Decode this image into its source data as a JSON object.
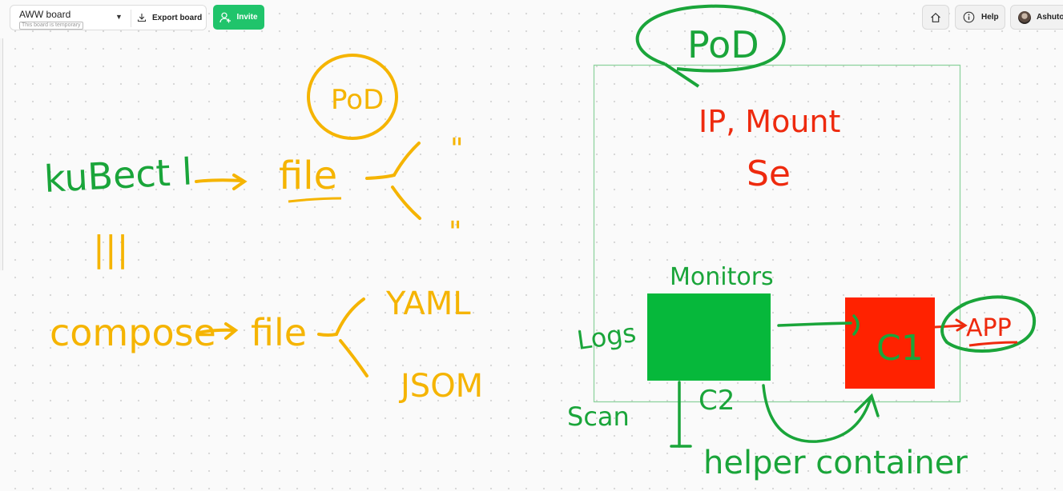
{
  "app": {
    "board_name": "AWW board",
    "board_note": "This board is temporary",
    "export_label": "Export board",
    "invite_label": "Invite",
    "help_label": "Help",
    "user_name": "Ashutos"
  },
  "icons": {
    "caret": "chevron-down-icon",
    "export": "download-icon",
    "invite": "add-user-icon",
    "home": "home-icon",
    "help": "info-icon"
  },
  "colors": {
    "green_ink": "#1aa53a",
    "orange_ink": "#f5b400",
    "red_ink": "#ee2a0e",
    "green_fill": "#06b83b",
    "red_fill": "#ff2200",
    "frame": "#8fd39f",
    "accent": "#20c46b"
  },
  "whiteboard": {
    "kubectl": "kuBect l",
    "pipes": "|||",
    "compose": "compose",
    "file_1": "file",
    "file_2": "file",
    "pod_small": "PoD",
    "quote_top": "\"",
    "quote_bottom": "\"",
    "yaml": "YAML",
    "json": "JSOM",
    "pod_big": "PoD",
    "ip_mount": "IP, Mount",
    "se": "Se",
    "monitors": "Monitors",
    "logs": "Logs",
    "scan": "Scan",
    "c1": "C1",
    "c2": "C2",
    "app": "APP",
    "helper": "helper container"
  }
}
